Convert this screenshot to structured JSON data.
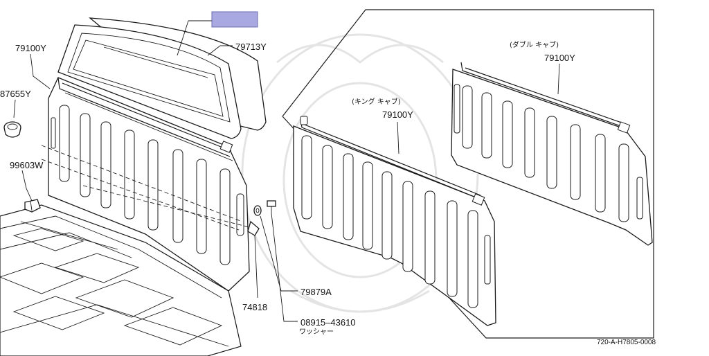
{
  "labels": {
    "panel_main_part": "79100Y",
    "window_part": "79713Y",
    "grommet_part": "87655Y",
    "clip_part": "99603W",
    "bracket_part": "74818",
    "bolt_part": "79879A",
    "washer_part": "08915–43610",
    "washer_name": "ワッシャー",
    "king_cab_caption": "(キング キャブ)",
    "king_cab_part": "79100Y",
    "double_cab_caption": "(ダブル キャブ)",
    "double_cab_part": "79100Y",
    "diagram_code": "720-A-H7805-0008"
  },
  "colors": {
    "highlight_box": "#a9a9e2",
    "line": "#1a1a1a",
    "watermark": "#e4e4e4"
  }
}
